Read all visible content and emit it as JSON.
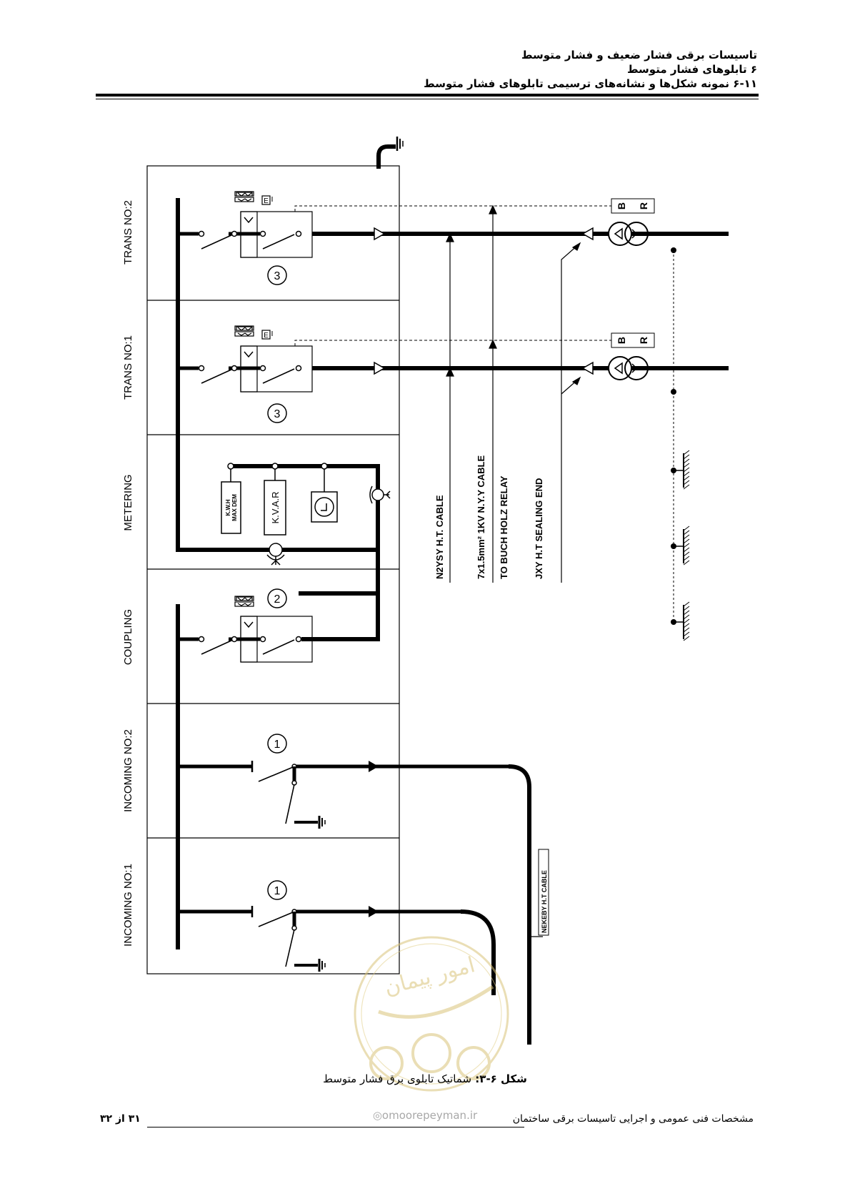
{
  "header": {
    "line1": "تاسیسات برقی فشار ضعیف و فشار متوسط",
    "line2": "۶ تابلوهای فشار متوسط",
    "line3": "۶-۱۱ نمونه شکل‌ها و نشانه‌های ترسیمی تابلوهای فشار متوسط"
  },
  "diagram": {
    "sections": [
      "TRANS NO:2",
      "TRANS NO:1",
      "METERING",
      "COUPLING",
      "INCOMING NO:2",
      "INCOMING NO:1"
    ],
    "circle_numbers": {
      "trans2": "3",
      "trans1": "3",
      "coupling": "2",
      "incoming2": "1",
      "incoming1": "1"
    },
    "relay_letters": {
      "b": "B",
      "r": "R"
    },
    "small_e": "E",
    "meters": {
      "kwh": "K.W.H",
      "maxdem": "MAX DEM",
      "kvar": "K.V.A.R"
    },
    "cable_labels": {
      "n2ysy": "N2YSY  H.T.  CABLE",
      "nyy": "7x1.5mm² 1KV N.Y.Y CABLE",
      "buch": "TO BUCH HOLZ RELAY",
      "jxy": "JXY  H.T SEALING END",
      "nekeby": "NEKEBY H.T CABLE"
    }
  },
  "caption": {
    "label": "شکل ۶-۳:",
    "text": "شماتیک تابلوی برق فشار متوسط"
  },
  "watermark": {
    "site": "omoorepeyman.ir",
    "logo_text": "امور پیمان"
  },
  "footer": {
    "title": "مشخصات فنی عمومی و اجرایی تاسیسات برقی ساختمان",
    "page": "۳۱ از ۳۲"
  }
}
